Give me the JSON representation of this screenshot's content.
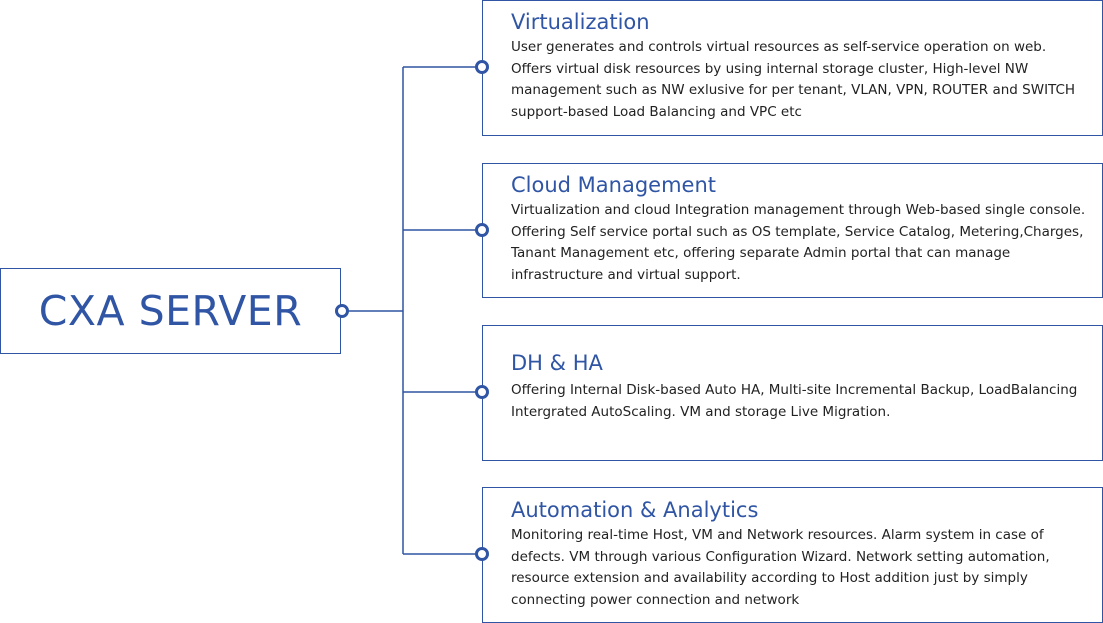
{
  "colors": {
    "accent": "#2f55a4",
    "text": "#222222",
    "background": "#ffffff"
  },
  "root": {
    "label": "CXA SERVER"
  },
  "cards": [
    {
      "title": "Virtualization",
      "lines": [
        "User generates and controls virtual resources as self-service operation on web.",
        "Offers virtual disk resources by using internal storage cluster, High-level NW",
        "management such as NW exlusive for per tenant, VLAN, VPN, ROUTER and SWITCH",
        "support-based Load Balancing and VPC etc"
      ]
    },
    {
      "title": "Cloud Management",
      "lines": [
        "Virtualization and cloud Integration management through Web-based single console.",
        "Offering Self service portal such as OS template, Service Catalog, Metering,Charges,",
        "Tanant Management etc, offering separate Admin portal that can manage",
        "infrastructure and virtual support."
      ]
    },
    {
      "title": "DH & HA",
      "lines": [
        "Offering Internal Disk-based Auto HA, Multi-site Incremental Backup, LoadBalancing",
        "Intergrated AutoScaling. VM and storage Live Migration."
      ]
    },
    {
      "title": "Automation & Analytics",
      "lines": [
        "Monitoring real-time Host, VM and Network resources. Alarm system in case of",
        "defects. VM through various Configuration Wizard. Network setting automation,",
        "resource extension and availability according to Host addition just by simply",
        "connecting power connection and network"
      ]
    }
  ]
}
